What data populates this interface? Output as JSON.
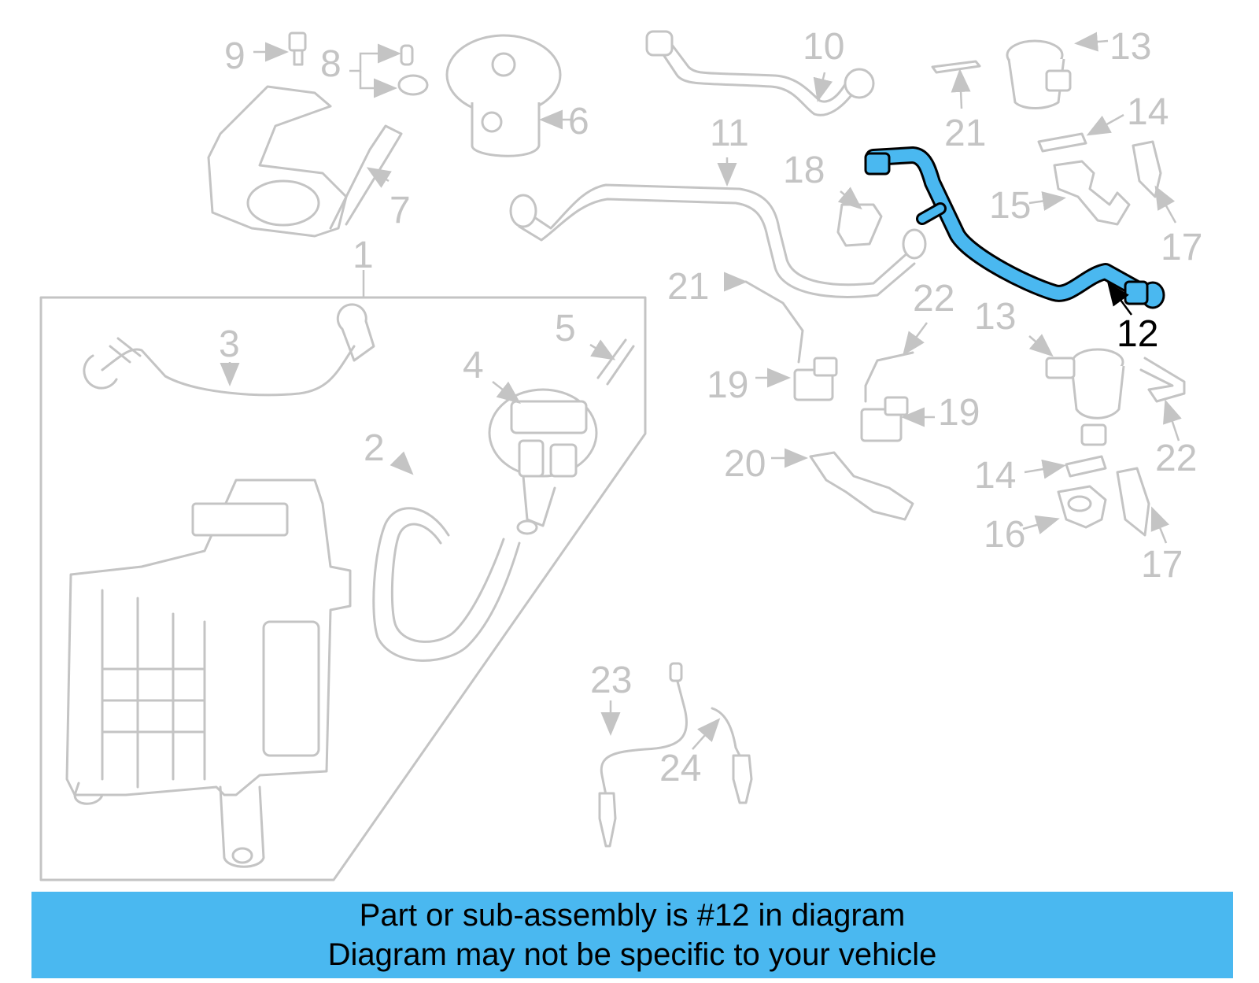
{
  "colors": {
    "highlight_part": "#4ab8f0",
    "ghost_part": "#c4c4c4",
    "banner_background": "#4ab8f0"
  },
  "highlighted_part": "12",
  "callouts": {
    "c1": "1",
    "c2": "2",
    "c3": "3",
    "c4": "4",
    "c5": "5",
    "c6": "6",
    "c7": "7",
    "c8": "8",
    "c9": "9",
    "c10": "10",
    "c11": "11",
    "c12": "12",
    "c13a": "13",
    "c13b": "13",
    "c14a": "14",
    "c14b": "14",
    "c15": "15",
    "c16": "16",
    "c17a": "17",
    "c17b": "17",
    "c18": "18",
    "c19a": "19",
    "c19b": "19",
    "c20": "20",
    "c21a": "21",
    "c21b": "21",
    "c22a": "22",
    "c22b": "22",
    "c23": "23",
    "c24": "24"
  },
  "banner": {
    "line1": "Part or sub-assembly is #12 in diagram",
    "line2": "Diagram may not be specific to your vehicle"
  }
}
